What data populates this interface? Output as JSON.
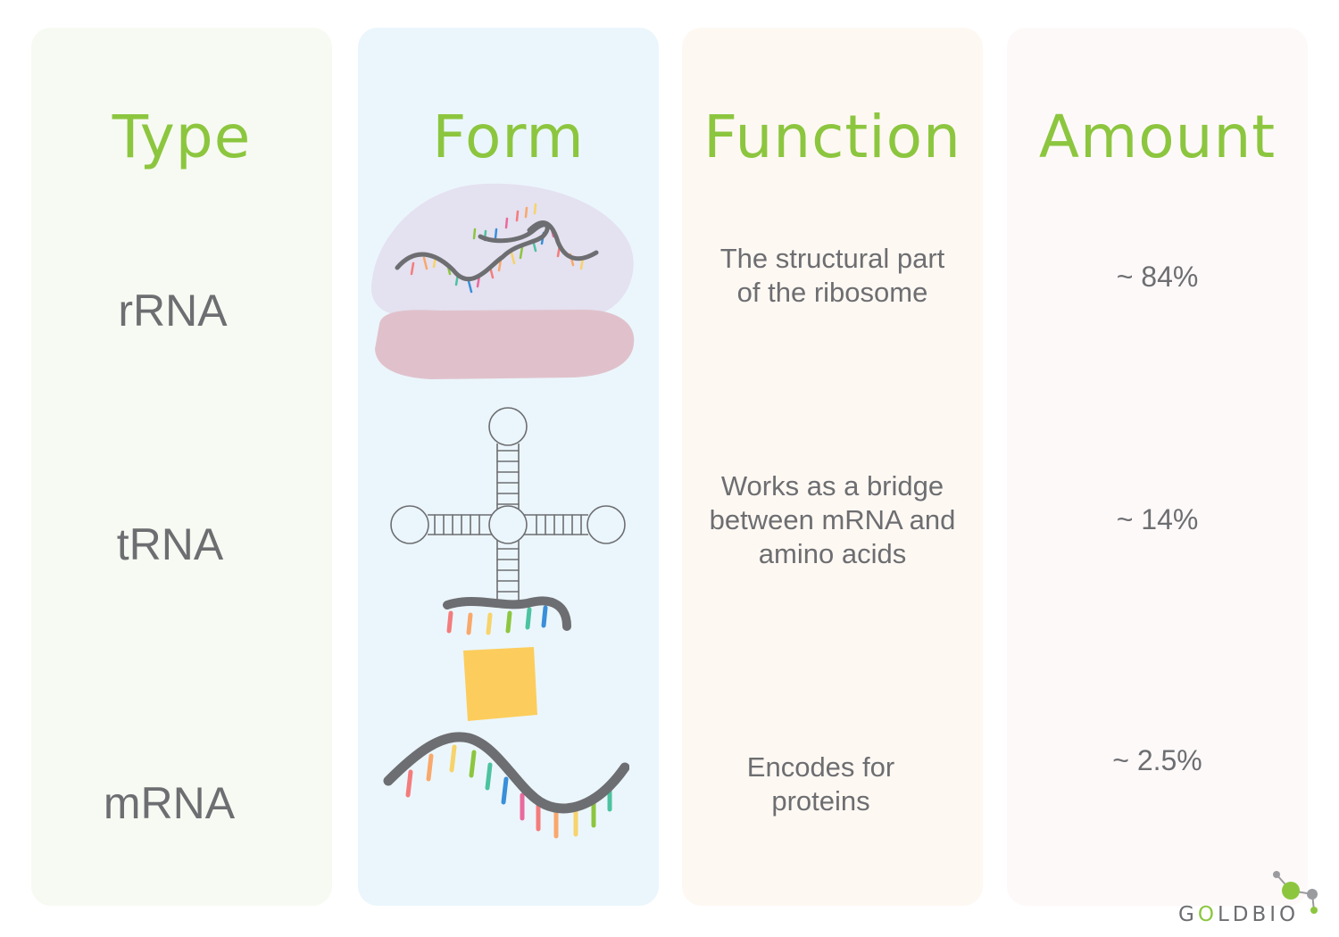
{
  "columns": {
    "type": {
      "header": "Type"
    },
    "form": {
      "header": "Form"
    },
    "function": {
      "header": "Function"
    },
    "amount": {
      "header": "Amount"
    }
  },
  "rows": [
    {
      "type": "rRNA",
      "function": [
        "The structural part",
        "of the ribosome"
      ],
      "amount": "~ 84%",
      "form_icon": "ribosome-illustration"
    },
    {
      "type": "tRNA",
      "function": [
        "Works as a bridge",
        "between mRNA and",
        "amino acids"
      ],
      "amount": "~ 14%",
      "form_icon": "trna-cloverleaf-illustration"
    },
    {
      "type": "mRNA",
      "function": [
        "Encodes for",
        "proteins"
      ],
      "amount": "~ 2.5%",
      "form_icon": "mrna-strand-illustration"
    }
  ],
  "logo": {
    "text_g": "G",
    "text_o": "O",
    "text_rest": "LDBIO"
  },
  "colors": {
    "header_green": "#8cc63f",
    "text_gray": "#6d6e71",
    "type_column_bg": "#f7faf2",
    "form_column_bg": "#ebf6fc",
    "function_column_bg": "#fef8f3",
    "amount_column_bg": "#fef9f9",
    "ribosome_large_subunit": "#e4e1f0",
    "ribosome_small_subunit": "#e0c1cb",
    "amino_acid": "#fccd5c",
    "strand_gray": "#6d6e71"
  }
}
